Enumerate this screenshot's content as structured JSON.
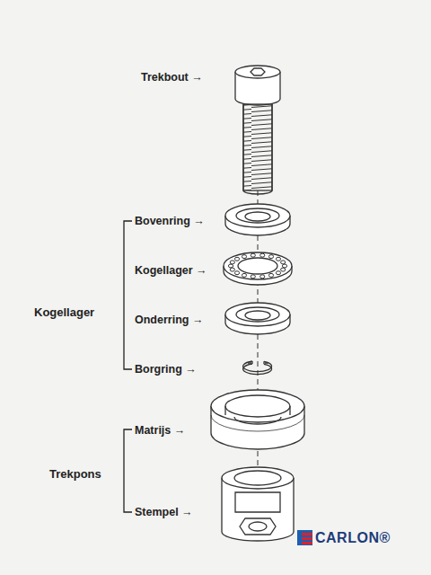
{
  "diagram": {
    "labels": [
      "Trekbout →",
      "Bovenring →",
      "Kogellager →",
      "Onderring →",
      "Borgring →",
      "Kogellager",
      "Matrijs →",
      "Stempel →",
      "Trekpons",
      "CARLON®"
    ]
  }
}
